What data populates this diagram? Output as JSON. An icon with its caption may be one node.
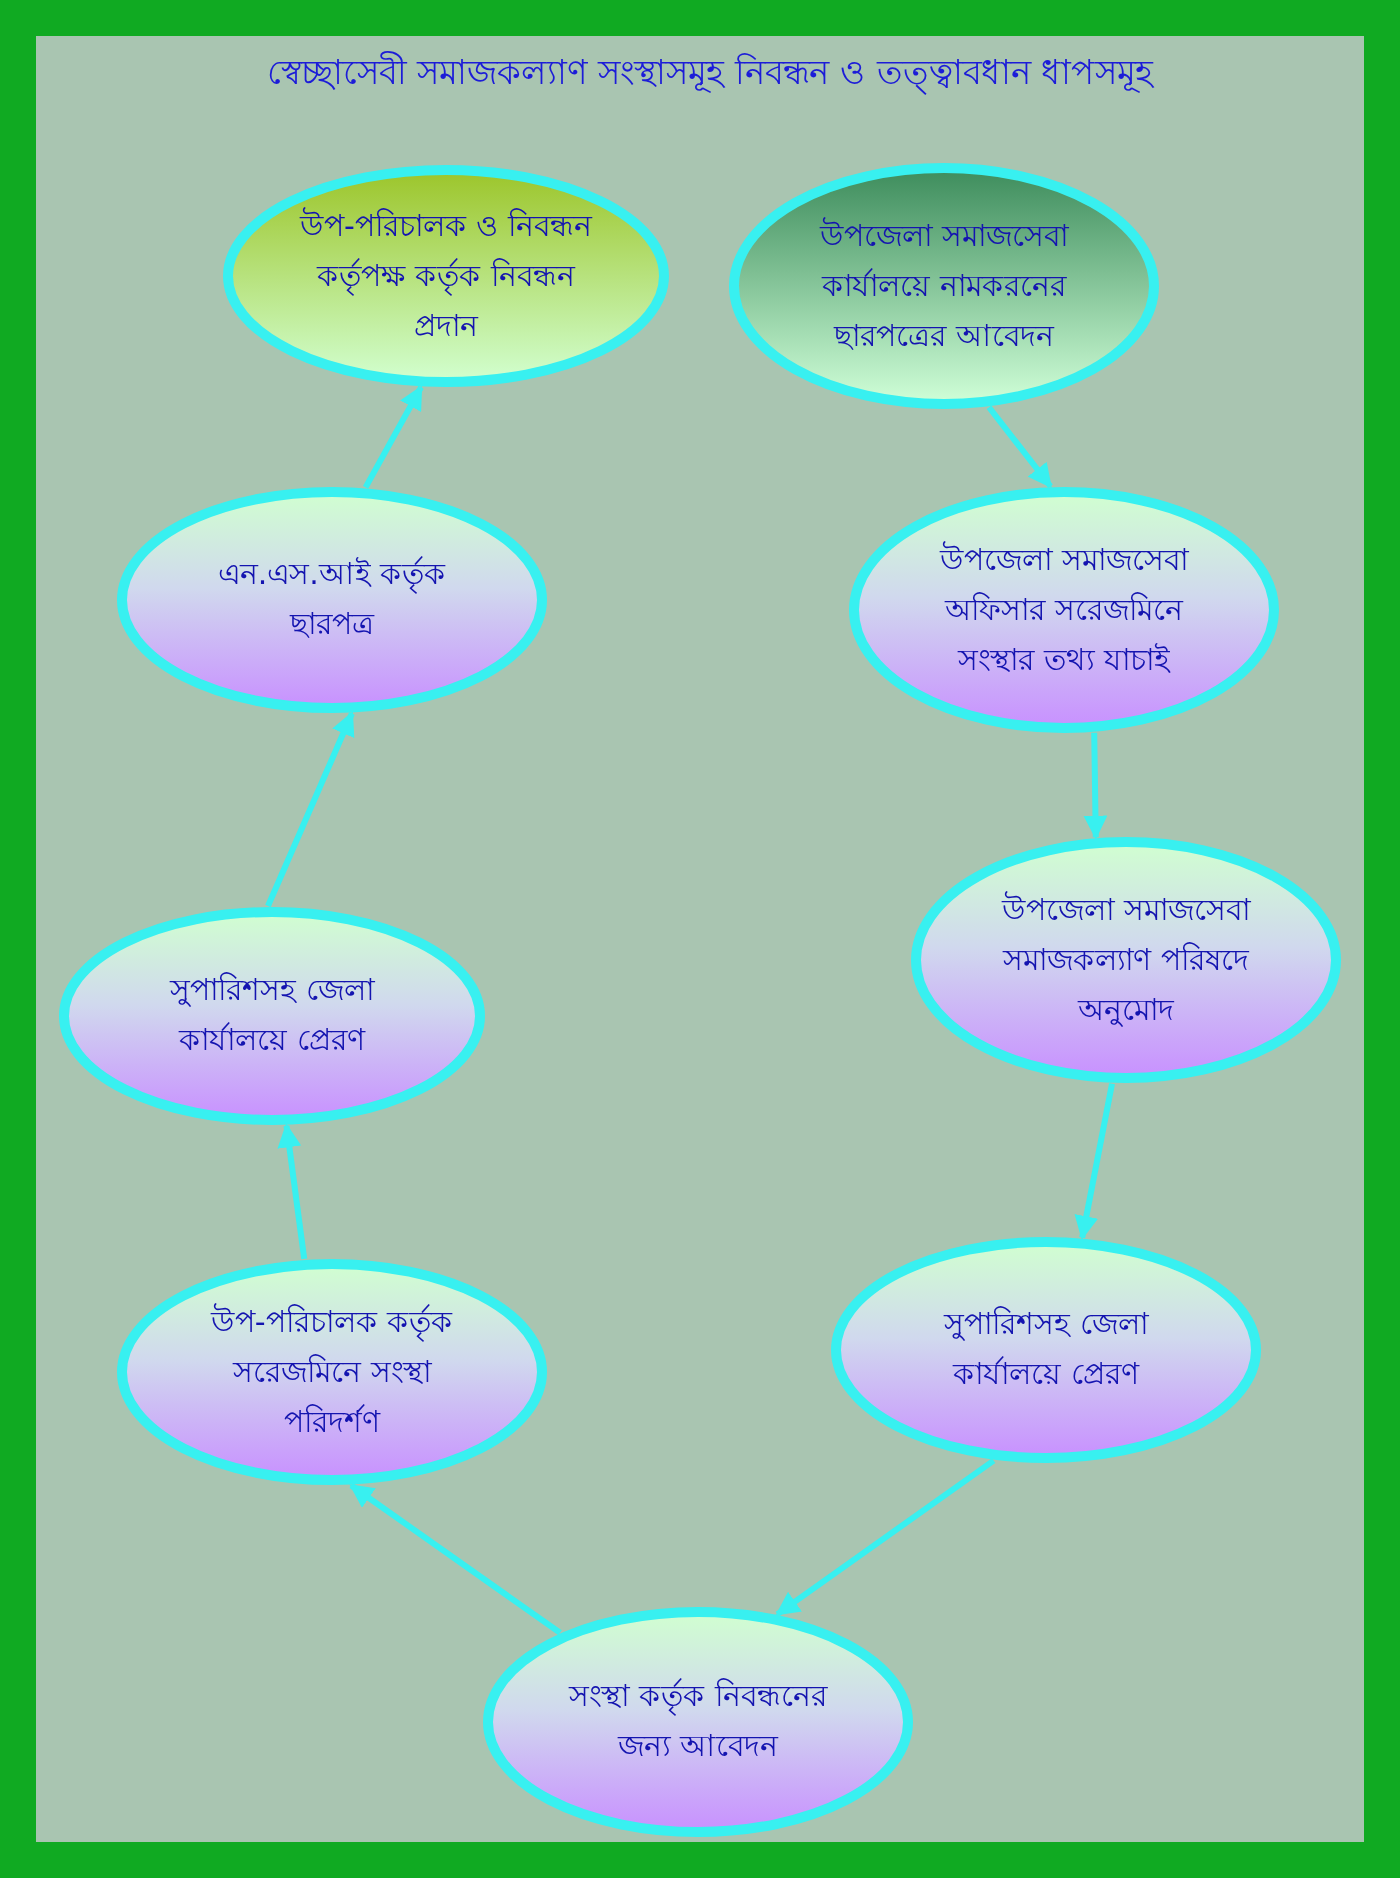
{
  "diagram": {
    "title": "স্বেচ্ছাসেবী সমাজকল্যাণ সংস্থাসমূহ নিবন্ধন ও তত্ত্বাবধান ধাপসমূহ",
    "nodes": [
      {
        "text": [
          "উপ-পরিচালক ও নিবন্ধন কর্তৃপক্ষ কর্তৃক নিবন্ধন প্রদান"
        ]
      },
      {
        "text": [
          "উপজেলা সমাজসেবা কার্যালয়ে নামকরনের ছারপত্রের আবেদন"
        ]
      },
      {
        "text": [
          "এন.এস.আই কর্তৃক ছারপত্র"
        ]
      },
      {
        "text": [
          "উপজেলা সমাজসেবা অফিসার সরেজমিনে সংস্থার তথ্য যাচাই"
        ]
      },
      {
        "text": [
          "উপজেলা সমাজসেবা সমাজকল্যাণ পরিষদে অনুমোদ"
        ]
      },
      {
        "text": [
          "সুপারিশসহ জেলা কার্যালয়ে প্রেরণ"
        ]
      },
      {
        "text": [
          "সুপারিশসহ জেলা কার্যালয়ে প্রেরণ"
        ]
      },
      {
        "text": [
          "উপ-পরিচালক কর্তৃক সরেজমিনে সংস্থা পরিদর্শণ"
        ]
      },
      {
        "text": [
          "সংস্থা কর্তৃক নিবন্ধনের জন্য আবেদন"
        ]
      }
    ],
    "edges": [
      {
        "from": 1,
        "to": 3,
        "arrow": "to"
      },
      {
        "from": 3,
        "to": 4,
        "arrow": "to"
      },
      {
        "from": 4,
        "to": 6,
        "arrow": "to"
      },
      {
        "from": 6,
        "to": 8,
        "arrow": "to"
      },
      {
        "from": 8,
        "to": 7,
        "arrow": "to"
      },
      {
        "from": 7,
        "to": 5,
        "arrow": "to"
      },
      {
        "from": 5,
        "to": 2,
        "arrow": "to"
      },
      {
        "from": 2,
        "to": 0,
        "arrow": "to"
      }
    ]
  }
}
